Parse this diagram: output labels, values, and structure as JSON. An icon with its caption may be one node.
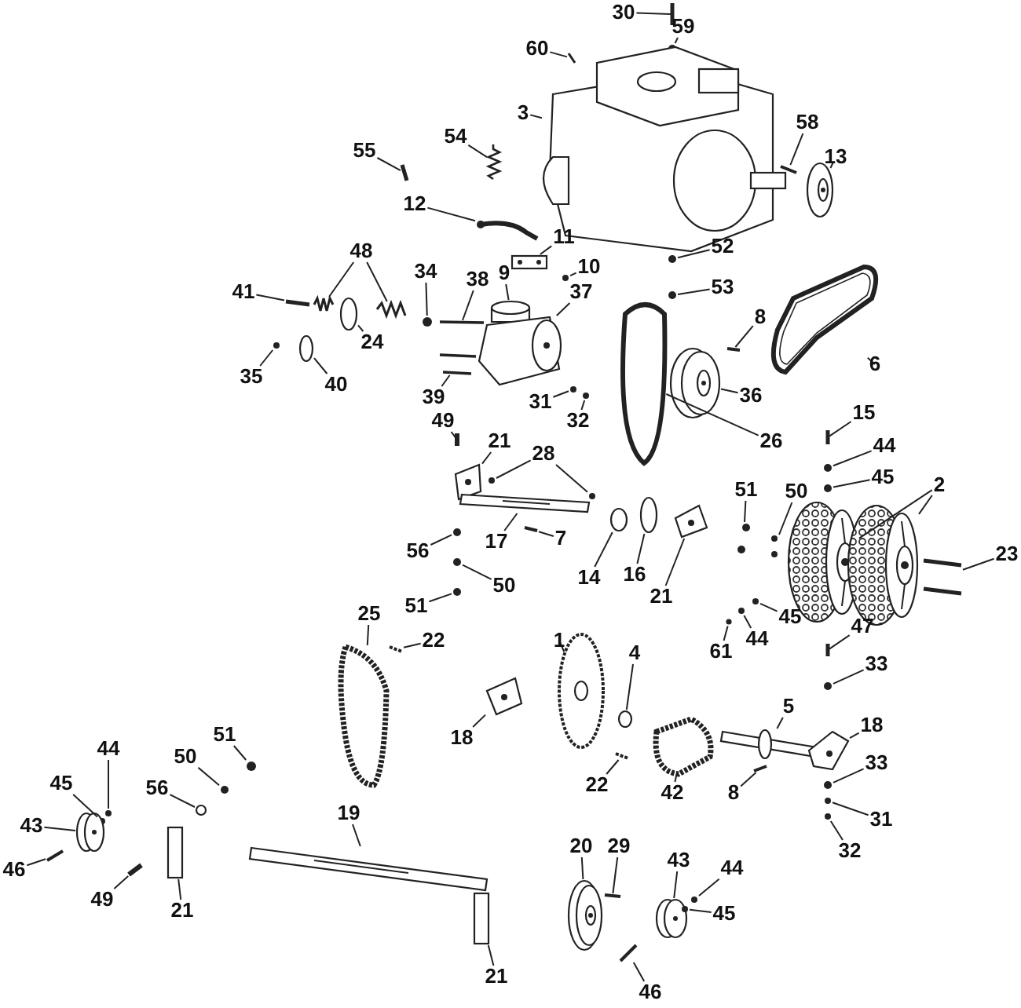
{
  "diagram": {
    "nodes": [
      {
        "text": [
          "30"
        ]
      },
      {
        "text": [
          "59"
        ]
      },
      {
        "text": [
          "60"
        ]
      },
      {
        "text": [
          "3"
        ]
      },
      {
        "text": [
          "58"
        ]
      },
      {
        "text": [
          "13"
        ]
      },
      {
        "text": [
          "55"
        ]
      },
      {
        "text": [
          "54"
        ]
      },
      {
        "text": [
          "12"
        ]
      },
      {
        "text": [
          "11"
        ]
      },
      {
        "text": [
          "9"
        ]
      },
      {
        "text": [
          "10"
        ]
      },
      {
        "text": [
          "52"
        ]
      },
      {
        "text": [
          "53"
        ]
      },
      {
        "text": [
          "8"
        ]
      },
      {
        "text": [
          "6"
        ]
      },
      {
        "text": [
          "48"
        ]
      },
      {
        "text": [
          "41"
        ]
      },
      {
        "text": [
          "34"
        ]
      },
      {
        "text": [
          "38"
        ]
      },
      {
        "text": [
          "37"
        ]
      },
      {
        "text": [
          "24"
        ]
      },
      {
        "text": [
          "35"
        ]
      },
      {
        "text": [
          "40"
        ]
      },
      {
        "text": [
          "39"
        ]
      },
      {
        "text": [
          "31"
        ]
      },
      {
        "text": [
          "32"
        ]
      },
      {
        "text": [
          "36"
        ]
      },
      {
        "text": [
          "26"
        ]
      },
      {
        "text": [
          "49"
        ]
      },
      {
        "text": [
          "21"
        ]
      },
      {
        "text": [
          "28"
        ]
      },
      {
        "text": [
          "15"
        ]
      },
      {
        "text": [
          "44"
        ]
      },
      {
        "text": [
          "45"
        ]
      },
      {
        "text": [
          "2"
        ]
      },
      {
        "text": [
          "51"
        ]
      },
      {
        "text": [
          "50"
        ]
      },
      {
        "text": [
          "23"
        ]
      },
      {
        "text": [
          "17"
        ]
      },
      {
        "text": [
          "7"
        ]
      },
      {
        "text": [
          "14"
        ]
      },
      {
        "text": [
          "16"
        ]
      },
      {
        "text": [
          "21"
        ]
      },
      {
        "text": [
          "56"
        ]
      },
      {
        "text": [
          "50"
        ]
      },
      {
        "text": [
          "51"
        ]
      },
      {
        "text": [
          "45"
        ]
      },
      {
        "text": [
          "44"
        ]
      },
      {
        "text": [
          "61"
        ]
      },
      {
        "text": [
          "47"
        ]
      },
      {
        "text": [
          "25"
        ]
      },
      {
        "text": [
          "22"
        ]
      },
      {
        "text": [
          "33"
        ]
      },
      {
        "text": [
          "1"
        ]
      },
      {
        "text": [
          "4"
        ]
      },
      {
        "text": [
          "5"
        ]
      },
      {
        "text": [
          "18"
        ]
      },
      {
        "text": [
          "18"
        ]
      },
      {
        "text": [
          "22"
        ]
      },
      {
        "text": [
          "42"
        ]
      },
      {
        "text": [
          "8"
        ]
      },
      {
        "text": [
          "33"
        ]
      },
      {
        "text": [
          "31"
        ]
      },
      {
        "text": [
          "32"
        ]
      },
      {
        "text": [
          "51"
        ]
      },
      {
        "text": [
          "50"
        ]
      },
      {
        "text": [
          "56"
        ]
      },
      {
        "text": [
          "44"
        ]
      },
      {
        "text": [
          "45"
        ]
      },
      {
        "text": [
          "43"
        ]
      },
      {
        "text": [
          "19"
        ]
      },
      {
        "text": [
          "46"
        ]
      },
      {
        "text": [
          "49"
        ]
      },
      {
        "text": [
          "21"
        ]
      },
      {
        "text": [
          "20"
        ]
      },
      {
        "text": [
          "29"
        ]
      },
      {
        "text": [
          "43"
        ]
      },
      {
        "text": [
          "44"
        ]
      },
      {
        "text": [
          "45"
        ]
      },
      {
        "text": [
          "21"
        ]
      },
      {
        "text": [
          "46"
        ]
      },
      {
        "text": [],
        "shape": "bar"
      },
      {
        "text": [],
        "shape": "circle"
      },
      {
        "text": [],
        "shape": "bar"
      },
      {
        "text": [],
        "shape": "picture"
      },
      {
        "text": [],
        "shape": "bar"
      },
      {
        "text": [],
        "shape": "picture"
      },
      {
        "text": [],
        "shape": "bar"
      },
      {
        "text": [],
        "shape": "picture"
      },
      {
        "text": [],
        "shape": "picture"
      },
      {
        "text": [],
        "shape": "picture"
      },
      {
        "text": [],
        "shape": "cylinder"
      },
      {
        "text": [],
        "shape": "circle"
      },
      {
        "text": [],
        "shape": "circle"
      },
      {
        "text": [],
        "shape": "circle"
      },
      {
        "text": [],
        "shape": "bar"
      },
      {
        "text": [],
        "shape": "picture"
      },
      {
        "text": [],
        "shape": "picture"
      },
      {
        "text": [],
        "shape": "picture"
      },
      {
        "text": [],
        "shape": "bar"
      },
      {
        "text": [],
        "shape": "circle"
      },
      {
        "text": [],
        "shape": "bar"
      },
      {
        "text": [],
        "shape": "picture"
      },
      {
        "text": [],
        "shape": "circle"
      },
      {
        "text": [],
        "shape": "circle"
      },
      {
        "text": [],
        "shape": "circle"
      },
      {
        "text": [],
        "shape": "picture"
      },
      {
        "text": [],
        "shape": "circle"
      },
      {
        "text": [],
        "shape": "circle"
      },
      {
        "text": [],
        "shape": "picture"
      },
      {
        "text": [],
        "shape": "picture"
      },
      {
        "text": [],
        "shape": "bar"
      },
      {
        "text": [],
        "shape": "picture"
      },
      {
        "text": [],
        "shape": "circle"
      },
      {
        "text": [],
        "shape": "circle"
      },
      {
        "text": [],
        "shape": "bar"
      },
      {
        "text": [],
        "shape": "circle"
      },
      {
        "text": [],
        "shape": "circle"
      },
      {
        "text": [],
        "shape": "picture"
      },
      {
        "text": [],
        "shape": "picture"
      },
      {
        "text": [],
        "shape": "circle"
      },
      {
        "text": [],
        "shape": "circle"
      },
      {
        "text": [],
        "shape": "picture"
      },
      {
        "text": [],
        "shape": "picture"
      },
      {
        "text": [],
        "shape": "bar"
      },
      {
        "text": [],
        "shape": "circle"
      },
      {
        "text": [],
        "shape": "circle"
      },
      {
        "text": [],
        "shape": "picture"
      },
      {
        "text": [],
        "shape": "circle"
      },
      {
        "text": [],
        "shape": "circle"
      },
      {
        "text": [],
        "shape": "circle"
      },
      {
        "text": [],
        "shape": "circle"
      },
      {
        "text": [],
        "shape": "circle"
      },
      {
        "text": [],
        "shape": "circle"
      },
      {
        "text": [],
        "shape": "bar"
      },
      {
        "text": [],
        "shape": "picture"
      },
      {
        "text": [],
        "shape": "picture"
      },
      {
        "text": [],
        "shape": "circle"
      },
      {
        "text": [],
        "shape": "picture"
      },
      {
        "text": [],
        "shape": "circle"
      },
      {
        "text": [],
        "shape": "picture"
      },
      {
        "text": [],
        "shape": "picture"
      },
      {
        "text": [],
        "shape": "picture"
      },
      {
        "text": [],
        "shape": "picture"
      },
      {
        "text": [],
        "shape": "picture"
      },
      {
        "text": [],
        "shape": "bar"
      },
      {
        "text": [],
        "shape": "circle"
      },
      {
        "text": [],
        "shape": "circle"
      },
      {
        "text": [],
        "shape": "circle"
      },
      {
        "text": [],
        "shape": "circle"
      },
      {
        "text": [],
        "shape": "circle"
      },
      {
        "text": [],
        "shape": "circle"
      },
      {
        "text": [],
        "shape": "circle"
      },
      {
        "text": [],
        "shape": "circle"
      },
      {
        "text": [],
        "shape": "picture"
      },
      {
        "text": [],
        "shape": "picture"
      },
      {
        "text": [],
        "shape": "bar"
      },
      {
        "text": [],
        "shape": "bar"
      },
      {
        "text": [],
        "shape": "box"
      },
      {
        "text": [],
        "shape": "picture"
      },
      {
        "text": [],
        "shape": "bar"
      },
      {
        "text": [],
        "shape": "picture"
      },
      {
        "text": [],
        "shape": "circle"
      },
      {
        "text": [],
        "shape": "circle"
      },
      {
        "text": [],
        "shape": "box"
      },
      {
        "text": [],
        "shape": "bar"
      }
    ],
    "edges": [
      {
        "from": 0,
        "to": 82,
        "arrow": "none"
      },
      {
        "from": 1,
        "to": 83,
        "arrow": "none"
      },
      {
        "from": 2,
        "to": 84,
        "arrow": "none"
      },
      {
        "from": 3,
        "to": 85,
        "arrow": "none"
      },
      {
        "from": 4,
        "to": 86,
        "arrow": "none"
      },
      {
        "from": 5,
        "to": 87,
        "arrow": "none"
      },
      {
        "from": 6,
        "to": 88,
        "arrow": "none"
      },
      {
        "from": 7,
        "to": 89,
        "arrow": "none"
      },
      {
        "from": 8,
        "to": 90,
        "arrow": "none"
      },
      {
        "from": 9,
        "to": 91,
        "arrow": "none"
      },
      {
        "from": 10,
        "to": 92,
        "arrow": "none"
      },
      {
        "from": 11,
        "to": 93,
        "arrow": "none"
      },
      {
        "from": 12,
        "to": 94,
        "arrow": "none"
      },
      {
        "from": 13,
        "to": 95,
        "arrow": "none"
      },
      {
        "from": 14,
        "to": 96,
        "arrow": "none"
      },
      {
        "from": 15,
        "to": 97,
        "arrow": "none"
      },
      {
        "from": 16,
        "to": 98,
        "arrow": "none"
      },
      {
        "from": 16,
        "to": 99,
        "arrow": "none"
      },
      {
        "from": 17,
        "to": 100,
        "arrow": "none"
      },
      {
        "from": 18,
        "to": 101,
        "arrow": "none"
      },
      {
        "from": 19,
        "to": 102,
        "arrow": "none"
      },
      {
        "from": 20,
        "to": 103,
        "arrow": "none"
      },
      {
        "from": 21,
        "to": 104,
        "arrow": "none"
      },
      {
        "from": 22,
        "to": 105,
        "arrow": "none"
      },
      {
        "from": 23,
        "to": 106,
        "arrow": "none"
      },
      {
        "from": 24,
        "to": 107,
        "arrow": "none"
      },
      {
        "from": 25,
        "to": 108,
        "arrow": "none"
      },
      {
        "from": 26,
        "to": 109,
        "arrow": "none"
      },
      {
        "from": 27,
        "to": 110,
        "arrow": "none"
      },
      {
        "from": 28,
        "to": 111,
        "arrow": "none"
      },
      {
        "from": 29,
        "to": 112,
        "arrow": "none"
      },
      {
        "from": 30,
        "to": 113,
        "arrow": "none"
      },
      {
        "from": 31,
        "to": 114,
        "arrow": "none"
      },
      {
        "from": 31,
        "to": 115,
        "arrow": "none"
      },
      {
        "from": 32,
        "to": 116,
        "arrow": "none"
      },
      {
        "from": 33,
        "to": 117,
        "arrow": "none"
      },
      {
        "from": 34,
        "to": 118,
        "arrow": "none"
      },
      {
        "from": 35,
        "to": 119,
        "arrow": "none"
      },
      {
        "from": 35,
        "to": 120,
        "arrow": "none"
      },
      {
        "from": 36,
        "to": 121,
        "arrow": "none"
      },
      {
        "from": 37,
        "to": 122,
        "arrow": "none"
      },
      {
        "from": 38,
        "to": 123,
        "arrow": "none"
      },
      {
        "from": 39,
        "to": 124,
        "arrow": "none"
      },
      {
        "from": 40,
        "to": 125,
        "arrow": "none"
      },
      {
        "from": 41,
        "to": 126,
        "arrow": "none"
      },
      {
        "from": 42,
        "to": 127,
        "arrow": "none"
      },
      {
        "from": 43,
        "to": 128,
        "arrow": "none"
      },
      {
        "from": 44,
        "to": 129,
        "arrow": "none"
      },
      {
        "from": 45,
        "to": 130,
        "arrow": "none"
      },
      {
        "from": 46,
        "to": 131,
        "arrow": "none"
      },
      {
        "from": 47,
        "to": 132,
        "arrow": "none"
      },
      {
        "from": 48,
        "to": 133,
        "arrow": "none"
      },
      {
        "from": 49,
        "to": 134,
        "arrow": "none"
      },
      {
        "from": 50,
        "to": 135,
        "arrow": "none"
      },
      {
        "from": 51,
        "to": 136,
        "arrow": "none"
      },
      {
        "from": 52,
        "to": 137,
        "arrow": "none"
      },
      {
        "from": 53,
        "to": 138,
        "arrow": "none"
      },
      {
        "from": 54,
        "to": 139,
        "arrow": "none"
      },
      {
        "from": 55,
        "to": 140,
        "arrow": "none"
      },
      {
        "from": 56,
        "to": 141,
        "arrow": "none"
      },
      {
        "from": 57,
        "to": 142,
        "arrow": "none"
      },
      {
        "from": 58,
        "to": 143,
        "arrow": "none"
      },
      {
        "from": 59,
        "to": 144,
        "arrow": "none"
      },
      {
        "from": 60,
        "to": 145,
        "arrow": "none"
      },
      {
        "from": 61,
        "to": 146,
        "arrow": "none"
      },
      {
        "from": 62,
        "to": 147,
        "arrow": "none"
      },
      {
        "from": 63,
        "to": 148,
        "arrow": "none"
      },
      {
        "from": 64,
        "to": 149,
        "arrow": "none"
      },
      {
        "from": 65,
        "to": 150,
        "arrow": "none"
      },
      {
        "from": 66,
        "to": 151,
        "arrow": "none"
      },
      {
        "from": 67,
        "to": 152,
        "arrow": "none"
      },
      {
        "from": 68,
        "to": 153,
        "arrow": "none"
      },
      {
        "from": 69,
        "to": 154,
        "arrow": "none"
      },
      {
        "from": 70,
        "to": 155,
        "arrow": "none"
      },
      {
        "from": 71,
        "to": 156,
        "arrow": "none"
      },
      {
        "from": 72,
        "to": 157,
        "arrow": "none"
      },
      {
        "from": 73,
        "to": 158,
        "arrow": "none"
      },
      {
        "from": 74,
        "to": 159,
        "arrow": "none"
      },
      {
        "from": 75,
        "to": 160,
        "arrow": "none"
      },
      {
        "from": 76,
        "to": 161,
        "arrow": "none"
      },
      {
        "from": 77,
        "to": 162,
        "arrow": "none"
      },
      {
        "from": 78,
        "to": 163,
        "arrow": "none"
      },
      {
        "from": 79,
        "to": 164,
        "arrow": "none"
      },
      {
        "from": 80,
        "to": 165,
        "arrow": "none"
      },
      {
        "from": 81,
        "to": 166,
        "arrow": "none"
      }
    ]
  }
}
